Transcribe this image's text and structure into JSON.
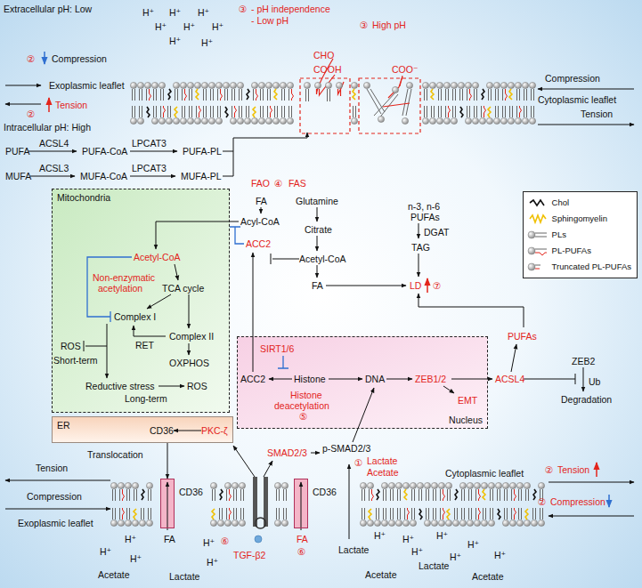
{
  "diagram": {
    "nodes": [
      {
        "text": [
          "Mitochondria"
        ]
      },
      {
        "text": [
          "ER"
        ]
      },
      {
        "text": [
          "Nucleus"
        ]
      },
      {
        "text": [
          "CD36"
        ]
      },
      {
        "text": [
          "CD36"
        ]
      }
    ],
    "edges": [
      {
        "from": 1,
        "to": 3,
        "arrow": "to"
      }
    ],
    "labels": [
      "Extracellular pH: Low",
      "③",
      "- pH independence",
      "- Low pH",
      "CHO",
      "COOH",
      "③",
      "High pH",
      "COO⁻",
      "H⁺",
      "H⁺",
      "H⁺",
      "H⁺",
      "H⁺",
      "H⁺",
      "H⁺",
      "H⁺",
      "②",
      "Compression",
      "Exoplasmic leaflet",
      "Tension",
      "②",
      "Compression",
      "Cytoplasmic leaflet",
      "Tension",
      "Intracellular pH: High",
      "PUFA",
      "ACSL4",
      "PUFA-CoA",
      "LPCAT3",
      "PUFA-PL",
      "MUFA",
      "ACSL3",
      "MUFA-CoA",
      "LPCAT3",
      "MUFA-PL",
      "FAO",
      "④",
      "FAS",
      "FA",
      "Glutamine",
      "Acyl-CoA",
      "Citrate",
      "ACC2",
      "Acetyl-CoA",
      "FA",
      "n-3, n-6",
      "PUFAs",
      "DGAT",
      "TAG",
      "LD",
      "⑦",
      "Acetyl-CoA",
      "Non-enzymatic",
      "acetylation",
      "TCA cycle",
      "Complex I",
      "Complex II",
      "RET",
      "ROS",
      "Short-term",
      "OXPHOS",
      "Reductive stress",
      "ROS",
      "Long-term",
      "CD36",
      "PKC-ζ",
      "SIRT1/6",
      "ACC2",
      "Histone",
      "DNA",
      "ZEB1/2",
      "Histone",
      "deacetylation",
      "⑤",
      "EMT",
      "PUFAs",
      "ACSL4",
      "ZEB2",
      "Ub",
      "Degradation",
      "Translocation",
      "SMAD2/3",
      "p-SMAD2/3",
      "①",
      "Lactate",
      "Acetate",
      "Cytoplasmic leaflet",
      "②",
      "Tension",
      "②",
      "Compression",
      "Tension",
      "Compression",
      "Exoplasmic leaflet",
      "FA",
      "FA",
      "⑥",
      "TGF-β2",
      "⑥",
      "Acetate",
      "Lactate",
      "Lactate",
      "Acetate",
      "Lactate",
      "Acetate",
      "H⁺",
      "H⁺",
      "H⁺",
      "H⁺",
      "H⁺",
      "H⁺",
      "H⁺",
      "H⁺",
      "H⁺",
      "H⁺",
      "H⁺",
      "H⁺"
    ],
    "legend": [
      {
        "text": "Chol"
      },
      {
        "text": "Sphingomyelin"
      },
      {
        "text": "PLs"
      },
      {
        "text": "PL-PUFAs"
      },
      {
        "text": "Truncated PL-PUFAs"
      }
    ]
  }
}
